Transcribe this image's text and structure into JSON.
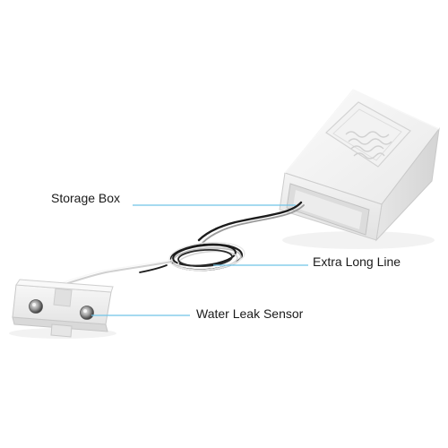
{
  "callouts": {
    "storage_box": "Storage Box",
    "extra_long_line": "Extra Long Line",
    "water_leak_sensor": "Water Leak Sensor"
  },
  "colors": {
    "leader_line": "#6fc4e8",
    "housing": "#f2f2f2",
    "cable_dark": "#1c1c1c",
    "cable_light": "#f7f7f7"
  }
}
